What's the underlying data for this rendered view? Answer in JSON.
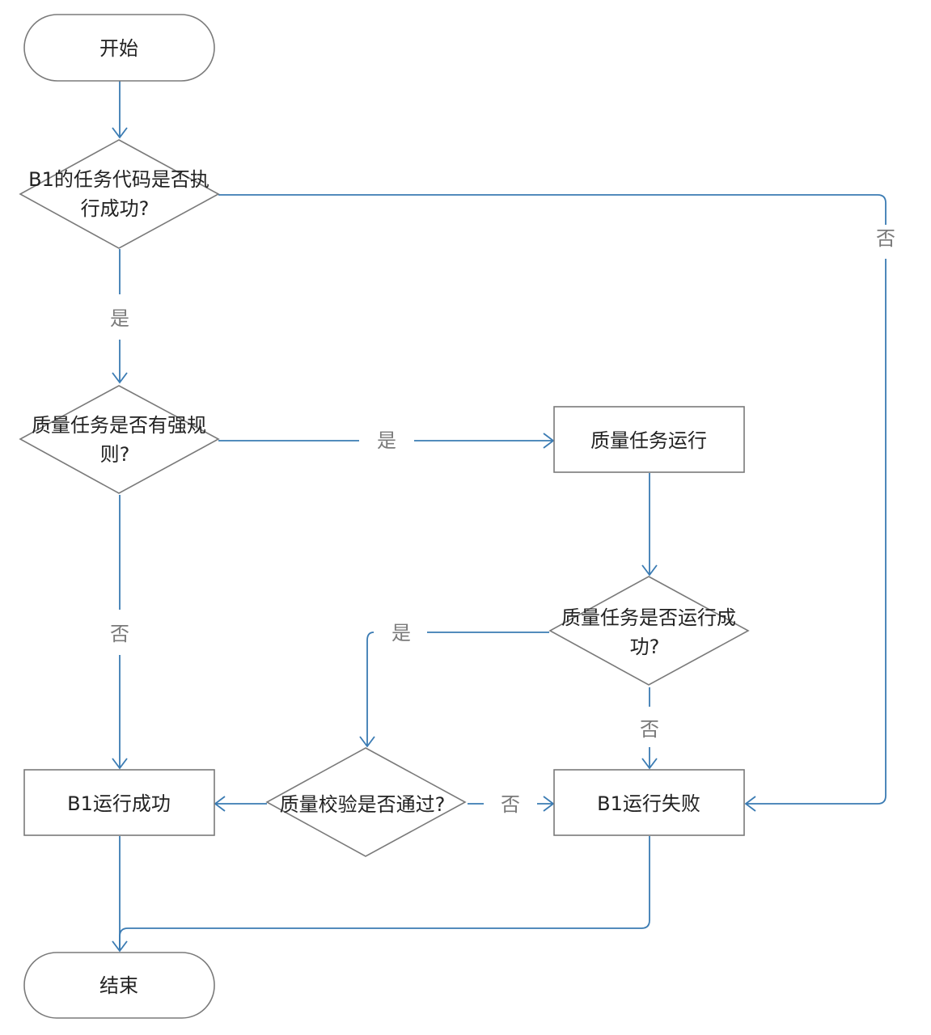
{
  "nodes": {
    "start": "开始",
    "q_code": [
      "B1的任务代码是否执",
      "行成功?"
    ],
    "q_rule": [
      "质量任务是否有强规",
      "则?"
    ],
    "task_run": "质量任务运行",
    "q_run_ok": [
      "质量任务是否运行成",
      "功?"
    ],
    "q_check": "质量校验是否通过?",
    "b1_success": "B1运行成功",
    "b1_fail": "B1运行失败",
    "end": "结束"
  },
  "edges": {
    "code_no": "否",
    "code_yes": "是",
    "rule_yes": "是",
    "rule_no": "否",
    "run_yes": "是",
    "run_no": "否",
    "check_no": "否"
  },
  "colors": {
    "edge": "#3a7bb3",
    "shape_stroke": "#7a7a7a",
    "label": "#7a7a7a",
    "text": "#222222"
  }
}
